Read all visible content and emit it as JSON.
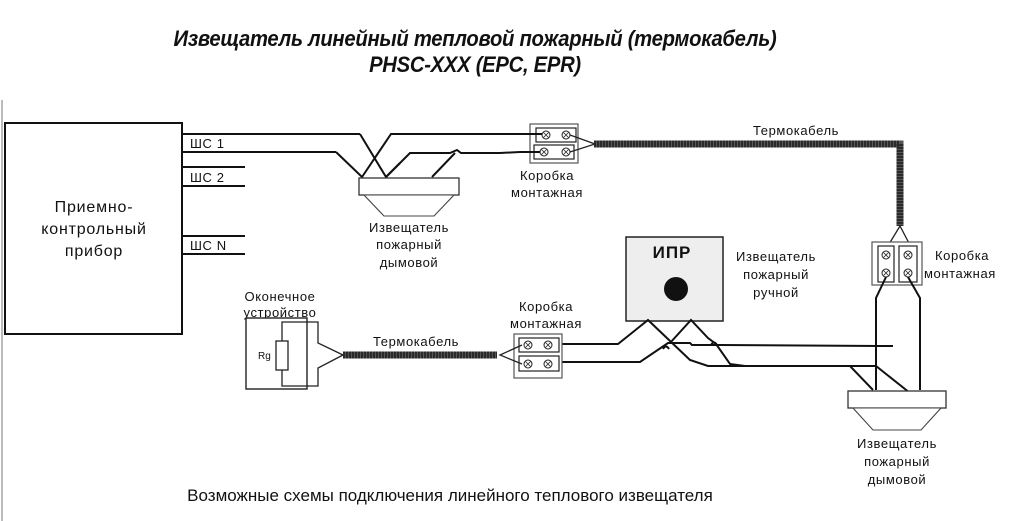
{
  "title": {
    "line1": "Извещатель линейный тепловой пожарный (термокабель)",
    "line2": "PHSC-XXX (EPC, EPR)"
  },
  "control_panel": {
    "label_lines": [
      "Приемно-",
      "контрольный",
      "прибор"
    ],
    "loops": [
      "ШС 1",
      "ШС 2",
      "ШС N"
    ]
  },
  "smoke_detector_top": {
    "label_lines": [
      "Извещатель",
      "пожарный",
      "дымовой"
    ]
  },
  "junction_box_top": {
    "label_lines": [
      "Коробка",
      "монтажная"
    ]
  },
  "thermocable_top": {
    "label": "Термокабель"
  },
  "junction_box_right": {
    "label_lines": [
      "Коробка",
      "монтажная"
    ]
  },
  "manual_call_point": {
    "code": "ИПР",
    "label_lines": [
      "Извещатель",
      "пожарный",
      "ручной"
    ]
  },
  "end_device": {
    "label_lines": [
      "Оконечное",
      "устройство"
    ],
    "resistor": "Rg"
  },
  "thermocable_bottom": {
    "label": "Термокабель"
  },
  "junction_box_bottom": {
    "label_lines": [
      "Коробка",
      "монтажная"
    ]
  },
  "smoke_detector_bottom": {
    "label_lines": [
      "Извещатель",
      "пожарный",
      "дымовой"
    ]
  },
  "caption": "Возможные схемы подключения линейного теплового извещателя",
  "colors": {
    "line": "#111111",
    "cable": "#2a2a2a",
    "box_fill": "#f4f4f4",
    "mcp_fill": "#eeeeee"
  }
}
